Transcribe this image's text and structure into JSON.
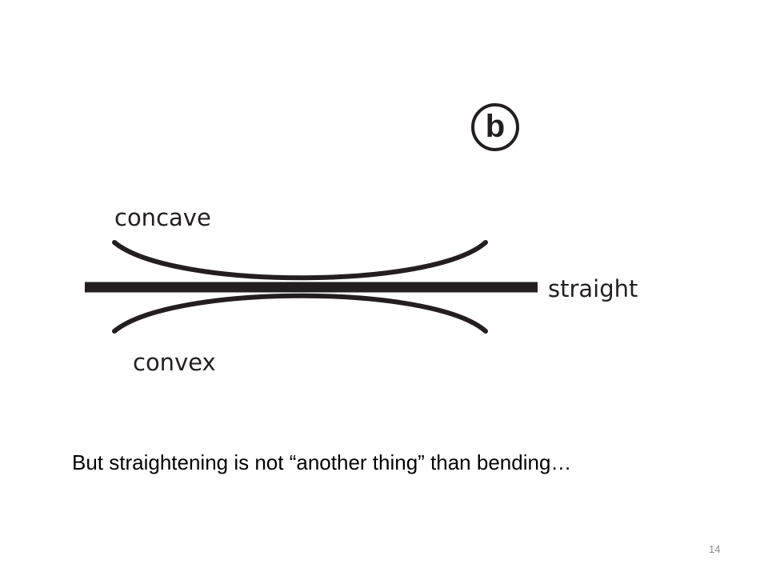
{
  "slide": {
    "panel_letter": "b",
    "labels": {
      "concave": "concave",
      "straight": "straight",
      "convex": "convex"
    },
    "caption": "But straightening is not “another thing” than bending…",
    "slide_number": "14"
  },
  "colors": {
    "ink": "#231f20",
    "caption_text": "#000000",
    "slide_number_text": "#8a8a8a",
    "background": "#ffffff"
  }
}
